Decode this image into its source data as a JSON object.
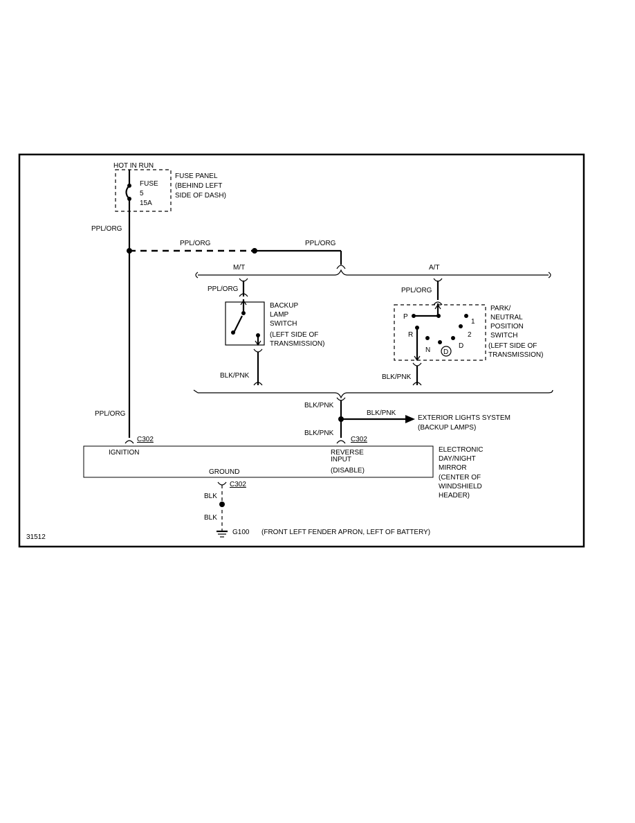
{
  "figure_id": "31512",
  "power": {
    "label": "HOT IN RUN"
  },
  "fuse": {
    "name": "FUSE",
    "number": "5",
    "rating": "15A",
    "panel_lines": [
      "FUSE PANEL",
      "(BEHIND LEFT",
      "SIDE OF DASH)"
    ]
  },
  "wires": {
    "ppl_org_1": "PPL/ORG",
    "ppl_org_2": "PPL/ORG",
    "ppl_org_3": "PPL/ORG",
    "ppl_org_mt": "PPL/ORG",
    "ppl_org_at": "PPL/ORG",
    "ppl_org_4": "PPL/ORG",
    "blk_pnk_mt": "BLK/PNK",
    "blk_pnk_at": "BLK/PNK",
    "blk_pnk_splice": "BLK/PNK",
    "blk_pnk_ext": "BLK/PNK",
    "blk_pnk_mirror": "BLK/PNK",
    "blk_1": "BLK",
    "blk_2": "BLK"
  },
  "options": {
    "manual": "M/T",
    "automatic": "A/T"
  },
  "backup_switch": {
    "lines": [
      "BACKUP",
      "LAMP",
      "SWITCH",
      "(LEFT SIDE OF",
      "TRANSMISSION)"
    ]
  },
  "pn_switch": {
    "lines": [
      "PARK/",
      "NEUTRAL",
      "POSITION",
      "SWITCH",
      "(LEFT SIDE OF",
      "TRANSMISSION)"
    ],
    "positions": {
      "p": "P",
      "r": "R",
      "n": "N",
      "d": "D",
      "od": "D",
      "two": "2",
      "one": "1"
    }
  },
  "exterior": {
    "lines": [
      "EXTERIOR LIGHTS SYSTEM",
      "(BACKUP LAMPS)"
    ]
  },
  "mirror": {
    "ignition": "IGNITION",
    "reverse_lines": [
      "REVERSE",
      "INPUT"
    ],
    "disable": "(DISABLE)",
    "ground": "GROUND",
    "lines": [
      "ELECTRONIC",
      "DAY/NIGHT",
      "MIRROR",
      "(CENTER OF",
      "WINDSHIELD",
      "HEADER)"
    ]
  },
  "connectors": {
    "c302_ign": "C302",
    "c302_rev": "C302",
    "c302_gnd": "C302"
  },
  "ground": {
    "id": "G100",
    "location": "(FRONT LEFT FENDER APRON, LEFT OF BATTERY)"
  }
}
